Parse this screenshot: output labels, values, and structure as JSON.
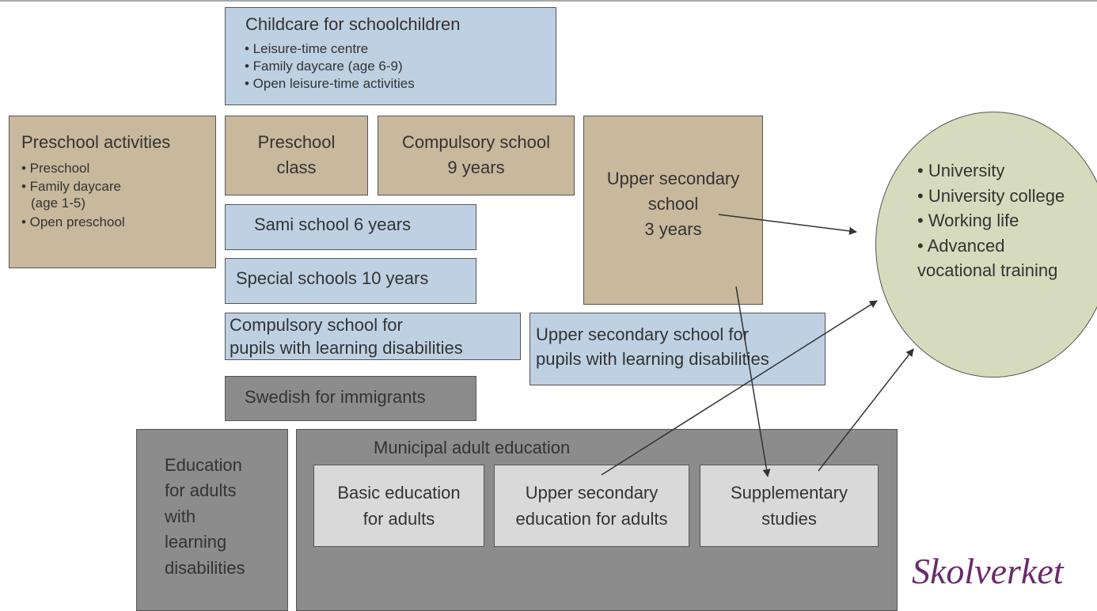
{
  "childcare": {
    "title": "Childcare for schoolchildren",
    "items": [
      "• Leisure-time centre",
      "• Family daycare (age 6-9)",
      "• Open leisure-time activities"
    ]
  },
  "preschool_activities": {
    "title": "Preschool activities",
    "items": [
      "• Preschool",
      "• Family daycare",
      "(age 1-5)",
      "• Open preschool"
    ]
  },
  "preschool_class": [
    "Preschool",
    "class"
  ],
  "compulsory_school": [
    "Compulsory school",
    "9 years"
  ],
  "upper_secondary": [
    "Upper secondary",
    "school",
    "3 years"
  ],
  "sami_school": "Sami school 6 years",
  "special_schools": "Special schools 10 years",
  "compulsory_ld": [
    "Compulsory school for",
    "pupils with learning disabilities"
  ],
  "upper_secondary_ld": [
    "Upper secondary school for",
    "pupils with learning disabilities"
  ],
  "swedish_immigrants": "Swedish for immigrants",
  "adults_ld": [
    "Education",
    "for adults",
    "with",
    "learning",
    "disabilities"
  ],
  "municipal": {
    "title": "Municipal adult education",
    "basic": [
      "Basic education",
      "for adults"
    ],
    "upper": [
      "Upper secondary",
      "education for adults"
    ],
    "supplementary": [
      "Supplementary",
      "studies"
    ]
  },
  "outcomes": [
    "• University",
    "• University college",
    "• Working life",
    "• Advanced",
    "vocational training"
  ],
  "logo": "Skolverket",
  "colors": {
    "blue_box": "#bed1e3",
    "tan_box": "#c8b89c",
    "dark_gray_box": "#8c8c8c",
    "light_gray_box": "#d9d9d9",
    "oval": "#d6dbbd",
    "logo": "#6b2a6b"
  }
}
